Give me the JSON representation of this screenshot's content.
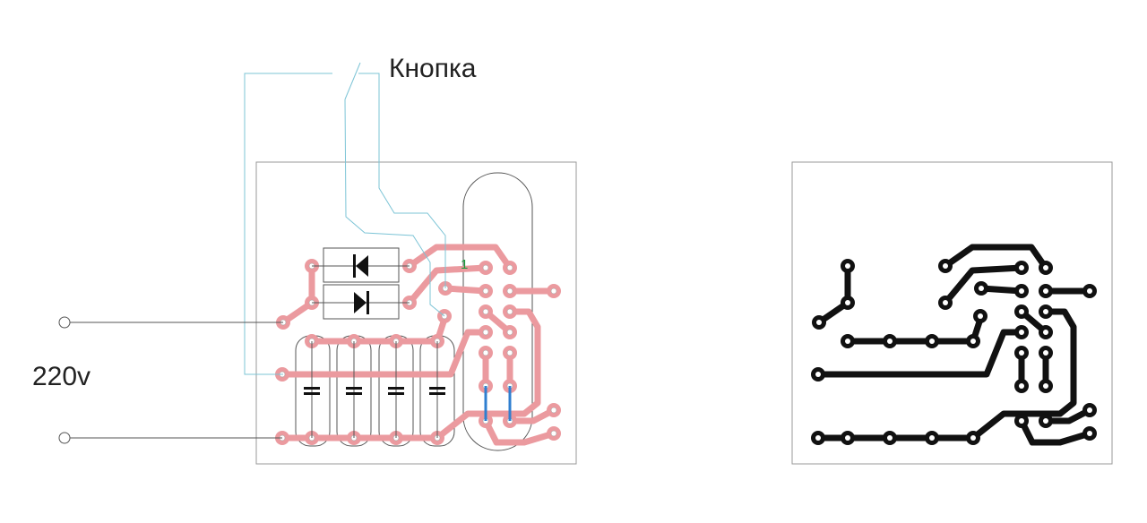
{
  "labels": {
    "button": "Кнопка",
    "voltage": "220v",
    "pin_one": "1"
  },
  "colors": {
    "component_side_trace": "#eb9a9f",
    "copper_side_trace": "#111111",
    "wire": "#7cc4d6",
    "jumper": "#2f7fd0",
    "outline": "#555555"
  },
  "icons": [
    "diode-icon",
    "capacitor-icon",
    "push-button-switch-icon",
    "terminal-icon"
  ]
}
